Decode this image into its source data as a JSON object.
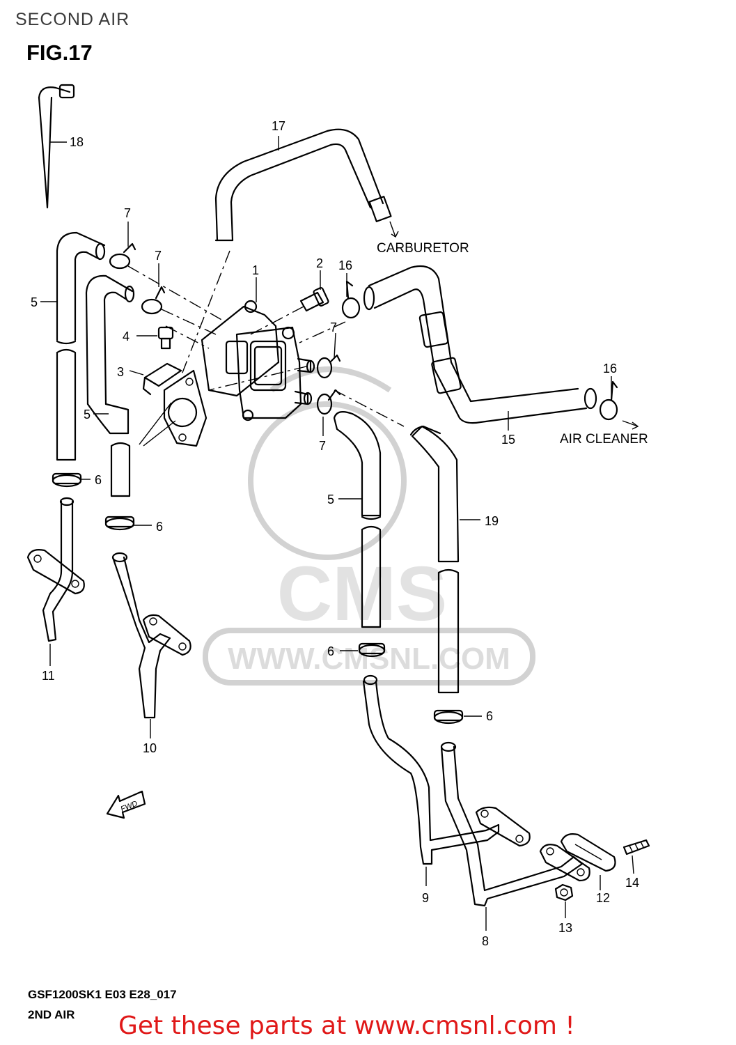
{
  "header": {
    "section_title": "SECOND AIR",
    "figure_title": "FIG.17"
  },
  "diagram": {
    "annotations": {
      "carburetor": "CARBURETOR",
      "air_cleaner": "AIR CLEANER",
      "fwd": "FWD"
    },
    "watermark": {
      "brand": "CMS",
      "url": "WWW.CMSNL.COM"
    },
    "callouts": [
      "1",
      "2",
      "3",
      "4",
      "5",
      "6",
      "7",
      "8",
      "9",
      "10",
      "11",
      "12",
      "13",
      "14",
      "15",
      "16",
      "17",
      "18",
      "19"
    ]
  },
  "footer": {
    "model_code": "GSF1200SK1 E03 E28_017",
    "name": "2ND AIR",
    "promo": "Get these parts at www.cmsnl.com !"
  },
  "colors": {
    "promo_text": "#e01818",
    "watermark": "#d2d2d2",
    "line_art": "#000000"
  }
}
